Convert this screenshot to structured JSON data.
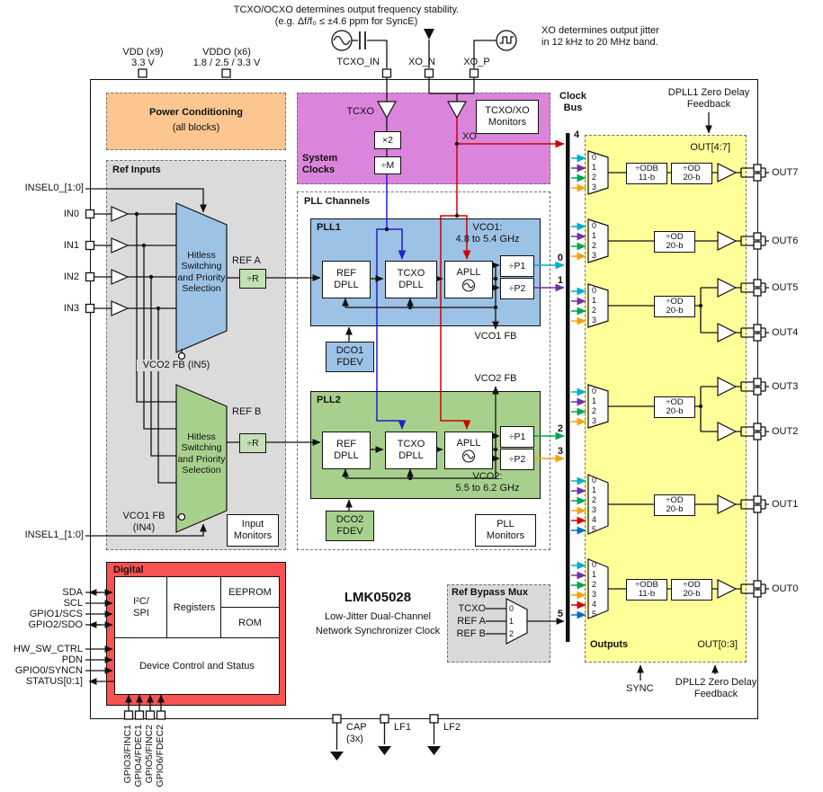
{
  "colors": {
    "power_conditioning": "#FBC690",
    "system_clocks": "#DB84DB",
    "ref_inputs_bg": "#DBDBDB",
    "pll1": "#9CC2E5",
    "pll2": "#A8D08D",
    "digital": "#FA5252",
    "outputs": "#FFFF99",
    "div_r": "#C5E0B4",
    "clock0": "#00AEC7",
    "clock1": "#7030A0",
    "clock2": "#00A550",
    "clock3": "#F0A500",
    "clock4": "#D00000",
    "clock5": "#0070C0"
  },
  "notes": {
    "tcxo_line1": "TCXO/OCXO determines output frequency stability.",
    "tcxo_line2": "(e.g. Δf/f₀ ≤ ±4.6 ppm for SyncE)",
    "xo_line1": "XO determines output jitter",
    "xo_line2": "in 12 kHz to 20 MHz band."
  },
  "top": {
    "vdd_label": "VDD (x9)",
    "vdd_volt": "3.3 V",
    "vddo_label": "VDDO (x6)",
    "vddo_volt": "1.8 / 2.5 / 3.3 V",
    "tcxo_in": "TCXO_IN",
    "xo_n": "XO_N",
    "xo_p": "XO_P"
  },
  "power_conditioning": {
    "title": "Power Conditioning",
    "subtitle": "(all blocks)"
  },
  "system_clocks": {
    "title_line1": "System",
    "title_line2": "Clocks",
    "tcxo": "TCXO",
    "xo": "XO",
    "x2": "×2",
    "div_m": "÷M",
    "monitors_line1": "TCXO/XO",
    "monitors_line2": "Monitors"
  },
  "clock_bus": {
    "label_line1": "Clock",
    "label_line2": "Bus",
    "tap0": "0",
    "tap1": "1",
    "tap2": "2",
    "tap3": "3",
    "tap4": "4",
    "tap5": "5"
  },
  "ref_inputs": {
    "title": "Ref Inputs",
    "insel0": "INSEL0_[1:0]",
    "insel1": "INSEL1_[1:0]",
    "in0": "IN0",
    "in1": "IN1",
    "in2": "IN2",
    "in3": "IN3",
    "mux1_text": "Hitless Switching and Priority Selection",
    "mux2_text": "Hitless Switching and Priority Selection",
    "ref_a": "REF A",
    "ref_b": "REF B",
    "div_r1": "÷R",
    "div_r2": "÷R",
    "vco2_fb": "VCO2 FB (IN5)",
    "vco1_fb_line1": "VCO1 FB",
    "vco1_fb_line2": "(IN4)",
    "monitors_line1": "Input",
    "monitors_line2": "Monitors"
  },
  "pll_channels": {
    "title": "PLL Channels",
    "pll1": {
      "title": "PLL1",
      "vco_line1": "VCO1:",
      "vco_line2": "4.8 to 5.4 GHz",
      "ref_dpll_line1": "REF",
      "ref_dpll_line2": "DPLL",
      "tcxo_dpll_line1": "TCXO",
      "tcxo_dpll_line2": "DPLL",
      "apll": "APLL",
      "p1": "÷P1",
      "p2": "÷P2"
    },
    "pll2": {
      "title": "PLL2",
      "vco_line1": "VCO2:",
      "vco_line2": "5.5 to 6.2 GHz",
      "ref_dpll_line1": "REF",
      "ref_dpll_line2": "DPLL",
      "tcxo_dpll_line1": "TCXO",
      "tcxo_dpll_line2": "DPLL",
      "apll": "APLL",
      "p1": "÷P1",
      "p2": "÷P2"
    },
    "dco1_line1": "DCO1",
    "dco1_line2": "FDEV",
    "dco2_line1": "DCO2",
    "dco2_line2": "FDEV",
    "vco1_fb": "VCO1 FB",
    "vco2_fb": "VCO2 FB",
    "monitors_line1": "PLL",
    "monitors_line2": "Monitors"
  },
  "digital": {
    "title": "Digital",
    "i2c_line1": "I²C/",
    "i2c_line2": "SPI",
    "registers": "Registers",
    "eeprom": "EEPROM",
    "rom": "ROM",
    "device_control": "Device Control and Status",
    "sda": "SDA",
    "scl": "SCL",
    "gpio1": "GPIO1/SCS",
    "gpio2": "GPIO2/SDO",
    "hw_sw": "HW_SW_CTRL",
    "pdn": "PDN",
    "gpio0": "GPIO0/SYNCN",
    "status": "STATUS[0:1]",
    "gpio3": "GPIO3/FINC1",
    "gpio4": "GPIO4/FDEC1",
    "gpio5": "GPIO5/FINC2",
    "gpio6": "GPIO6/FDEC2"
  },
  "device": {
    "name": "LMK05028",
    "subtitle_line1": "Low-Jitter Dual-Channel",
    "subtitle_line2": "Network Synchronizer Clock"
  },
  "ref_bypass": {
    "title": "Ref Bypass Mux",
    "in0": "TCXO",
    "in1": "REF A",
    "in2": "REF B",
    "port0": "0",
    "port1": "1",
    "port2": "2"
  },
  "outputs": {
    "title": "Outputs",
    "out47": "OUT[4:7]",
    "out03": "OUT[0:3]",
    "odb_line1": "÷ODB",
    "odb_line2": "11-b",
    "od_line1": "÷OD",
    "od_line2": "20-b",
    "mux_ports": [
      "0",
      "1",
      "2",
      "3",
      "4",
      "5"
    ],
    "out7": "OUT7",
    "out6": "OUT6",
    "out5": "OUT5",
    "out4": "OUT4",
    "out3": "OUT3",
    "out2": "OUT2",
    "out1": "OUT1",
    "out0": "OUT0"
  },
  "annotations": {
    "dpll1_line1": "DPLL1 Zero Delay",
    "dpll1_line2": "Feedback",
    "dpll2_line1": "DPLL2 Zero Delay",
    "dpll2_line2": "Feedback",
    "sync": "SYNC"
  },
  "bottom": {
    "cap_line1": "CAP",
    "cap_line2": "(3x)",
    "lf1": "LF1",
    "lf2": "LF2"
  }
}
